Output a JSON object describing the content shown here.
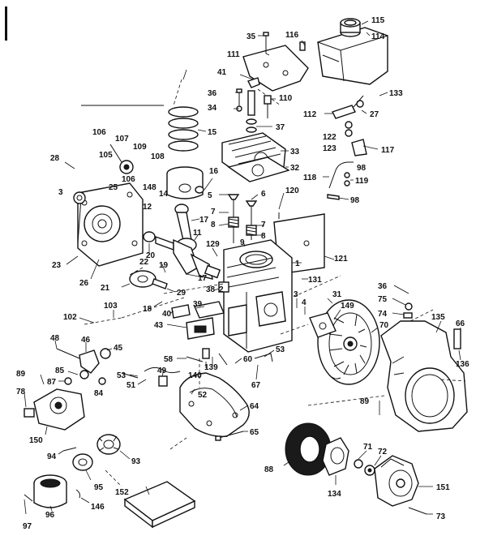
{
  "callouts": [
    {
      "id": "c35",
      "text": "35"
    },
    {
      "id": "c116",
      "text": "116"
    },
    {
      "id": "c115",
      "text": "115"
    },
    {
      "id": "c114",
      "text": "114"
    },
    {
      "id": "c111",
      "text": "111"
    },
    {
      "id": "c41",
      "text": "41"
    },
    {
      "id": "c36a",
      "text": "36"
    },
    {
      "id": "c110",
      "text": "110"
    },
    {
      "id": "c133",
      "text": "133"
    },
    {
      "id": "c34",
      "text": "34"
    },
    {
      "id": "c15",
      "text": "15"
    },
    {
      "id": "c37",
      "text": "37"
    },
    {
      "id": "c112",
      "text": "112"
    },
    {
      "id": "c27",
      "text": "27"
    },
    {
      "id": "c106a",
      "text": "106"
    },
    {
      "id": "c107",
      "text": "107"
    },
    {
      "id": "c109",
      "text": "109"
    },
    {
      "id": "c122",
      "text": "122"
    },
    {
      "id": "c123",
      "text": "123"
    },
    {
      "id": "c117",
      "text": "117"
    },
    {
      "id": "c33",
      "text": "33"
    },
    {
      "id": "c28",
      "text": "28"
    },
    {
      "id": "c105",
      "text": "105"
    },
    {
      "id": "c108",
      "text": "108"
    },
    {
      "id": "c106b",
      "text": "106"
    },
    {
      "id": "c98a",
      "text": "98"
    },
    {
      "id": "c32",
      "text": "32"
    },
    {
      "id": "c16",
      "text": "16"
    },
    {
      "id": "c118",
      "text": "118"
    },
    {
      "id": "c119",
      "text": "119"
    },
    {
      "id": "c25",
      "text": "25"
    },
    {
      "id": "c148",
      "text": "148"
    },
    {
      "id": "c14",
      "text": "14"
    },
    {
      "id": "c3a",
      "text": "3"
    },
    {
      "id": "c5",
      "text": "5"
    },
    {
      "id": "c6",
      "text": "6"
    },
    {
      "id": "c120",
      "text": "120"
    },
    {
      "id": "c98b",
      "text": "98"
    },
    {
      "id": "c12",
      "text": "12"
    },
    {
      "id": "c7a",
      "text": "7"
    },
    {
      "id": "c7b",
      "text": "7"
    },
    {
      "id": "c17a",
      "text": "17"
    },
    {
      "id": "c8a",
      "text": "8"
    },
    {
      "id": "c8b",
      "text": "8"
    },
    {
      "id": "c11",
      "text": "11"
    },
    {
      "id": "c9",
      "text": "9"
    },
    {
      "id": "c129",
      "text": "129"
    },
    {
      "id": "c121",
      "text": "121"
    },
    {
      "id": "c20",
      "text": "20"
    },
    {
      "id": "c22",
      "text": "22"
    },
    {
      "id": "c1",
      "text": "1"
    },
    {
      "id": "c23",
      "text": "23"
    },
    {
      "id": "c19",
      "text": "19"
    },
    {
      "id": "c17b",
      "text": "17"
    },
    {
      "id": "c26",
      "text": "26"
    },
    {
      "id": "c131",
      "text": "131"
    },
    {
      "id": "c21",
      "text": "21"
    },
    {
      "id": "c29",
      "text": "29"
    },
    {
      "id": "c38",
      "text": "38"
    },
    {
      "id": "c2",
      "text": "2"
    },
    {
      "id": "c36b",
      "text": "36"
    },
    {
      "id": "c31",
      "text": "31"
    },
    {
      "id": "c3b",
      "text": "3"
    },
    {
      "id": "c4",
      "text": "4"
    },
    {
      "id": "c18",
      "text": "18"
    },
    {
      "id": "c39",
      "text": "39"
    },
    {
      "id": "c149",
      "text": "149"
    },
    {
      "id": "c75",
      "text": "75"
    },
    {
      "id": "c103",
      "text": "103"
    },
    {
      "id": "c40",
      "text": "40"
    },
    {
      "id": "c74",
      "text": "74"
    },
    {
      "id": "c102",
      "text": "102"
    },
    {
      "id": "c43",
      "text": "43"
    },
    {
      "id": "c135",
      "text": "135"
    },
    {
      "id": "c70",
      "text": "70"
    },
    {
      "id": "c66",
      "text": "66"
    },
    {
      "id": "c48",
      "text": "48"
    },
    {
      "id": "c46",
      "text": "46"
    },
    {
      "id": "c45",
      "text": "45"
    },
    {
      "id": "c53a",
      "text": "53"
    },
    {
      "id": "c136",
      "text": "136"
    },
    {
      "id": "c58",
      "text": "58"
    },
    {
      "id": "c140",
      "text": "140"
    },
    {
      "id": "c60",
      "text": "60"
    },
    {
      "id": "c85",
      "text": "85"
    },
    {
      "id": "c53b",
      "text": "53"
    },
    {
      "id": "c49",
      "text": "49"
    },
    {
      "id": "c139",
      "text": "139"
    },
    {
      "id": "c89a",
      "text": "89"
    },
    {
      "id": "c87",
      "text": "87"
    },
    {
      "id": "c51",
      "text": "51"
    },
    {
      "id": "c67",
      "text": "67"
    },
    {
      "id": "c78",
      "text": "78"
    },
    {
      "id": "c84",
      "text": "84"
    },
    {
      "id": "c52",
      "text": "52"
    },
    {
      "id": "c64",
      "text": "64"
    },
    {
      "id": "c89b",
      "text": "89"
    },
    {
      "id": "c150",
      "text": "150"
    },
    {
      "id": "c65",
      "text": "65"
    },
    {
      "id": "c94",
      "text": "94"
    },
    {
      "id": "c93",
      "text": "93"
    },
    {
      "id": "c71",
      "text": "71"
    },
    {
      "id": "c72",
      "text": "72"
    },
    {
      "id": "c88",
      "text": "88"
    },
    {
      "id": "c95",
      "text": "95"
    },
    {
      "id": "c152",
      "text": "152"
    },
    {
      "id": "c134",
      "text": "134"
    },
    {
      "id": "c151",
      "text": "151"
    },
    {
      "id": "c96",
      "text": "96"
    },
    {
      "id": "c146",
      "text": "146"
    },
    {
      "id": "c97",
      "text": "97"
    },
    {
      "id": "c73",
      "text": "73"
    }
  ]
}
